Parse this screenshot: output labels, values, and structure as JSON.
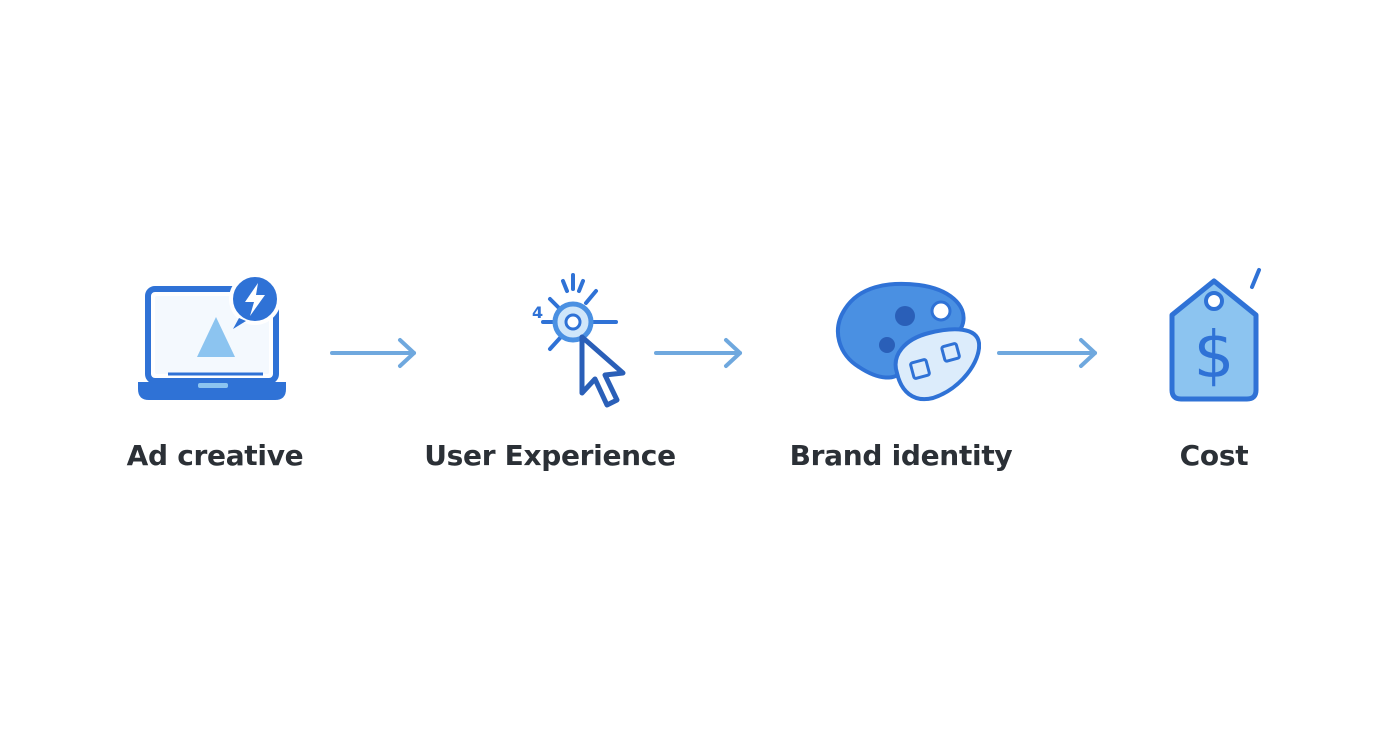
{
  "colors": {
    "primary": "#2f72d6",
    "secondary": "#4a90e2",
    "light": "#8cc4f0",
    "pale": "#cfe6fa",
    "arrow": "#6fa8de",
    "text": "#2b3036"
  },
  "steps": [
    {
      "label": "Ad creative",
      "icon": "laptop-lightning-icon"
    },
    {
      "label": "User Experience",
      "icon": "cursor-click-icon"
    },
    {
      "label": "Brand identity",
      "icon": "palette-icon"
    },
    {
      "label": "Cost",
      "icon": "price-tag-dollar-icon"
    }
  ]
}
